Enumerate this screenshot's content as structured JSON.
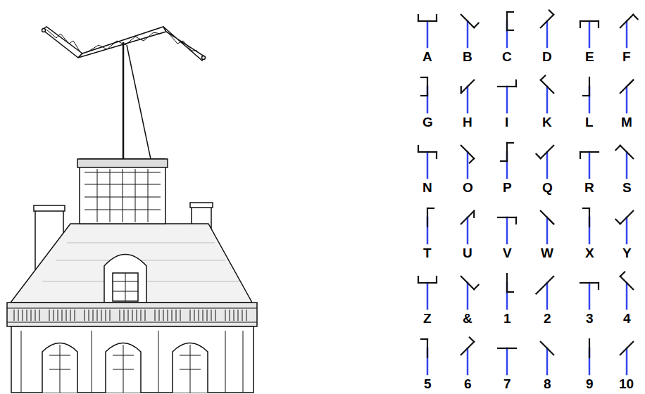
{
  "diagram": {
    "labels": [
      "A",
      "B",
      "C",
      "D",
      "E",
      "F",
      "G",
      "H",
      "I",
      "K",
      "L",
      "M",
      "N",
      "O",
      "P",
      "Q",
      "R",
      "S",
      "T",
      "U",
      "V",
      "W",
      "X",
      "Y",
      "Z",
      "&",
      "1",
      "2",
      "3",
      "4",
      "5",
      "6",
      "7",
      "8",
      "9",
      "10"
    ]
  }
}
